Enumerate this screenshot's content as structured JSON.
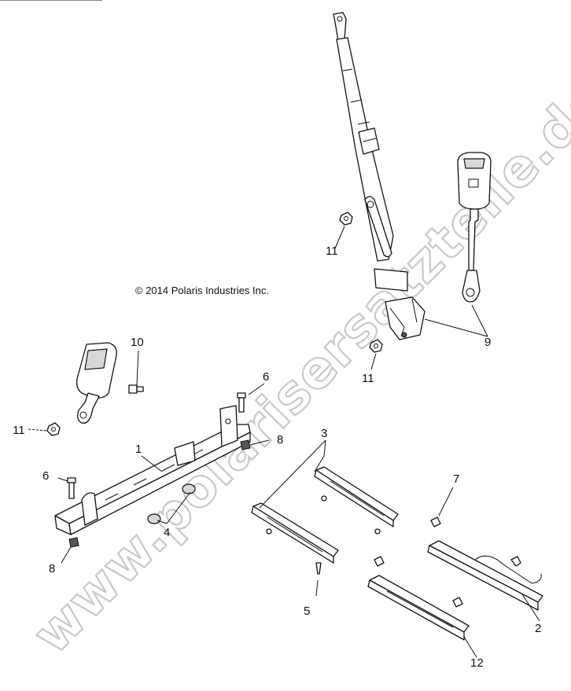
{
  "copyright": "© 2014 Polaris Industries Inc.",
  "watermark": "www.polarisersatzteile.de",
  "callouts": {
    "c1": "1",
    "c2": "2",
    "c3": "3",
    "c4": "4",
    "c5": "5",
    "c6a": "6",
    "c6b": "6",
    "c7": "7",
    "c8a": "8",
    "c8b": "8",
    "c9": "9",
    "c10": "10",
    "c11a": "11",
    "c11b": "11",
    "c11c": "11",
    "c12": "12"
  },
  "colors": {
    "line": "#111111",
    "watermark": "#c9c9c9",
    "background": "#ffffff"
  }
}
